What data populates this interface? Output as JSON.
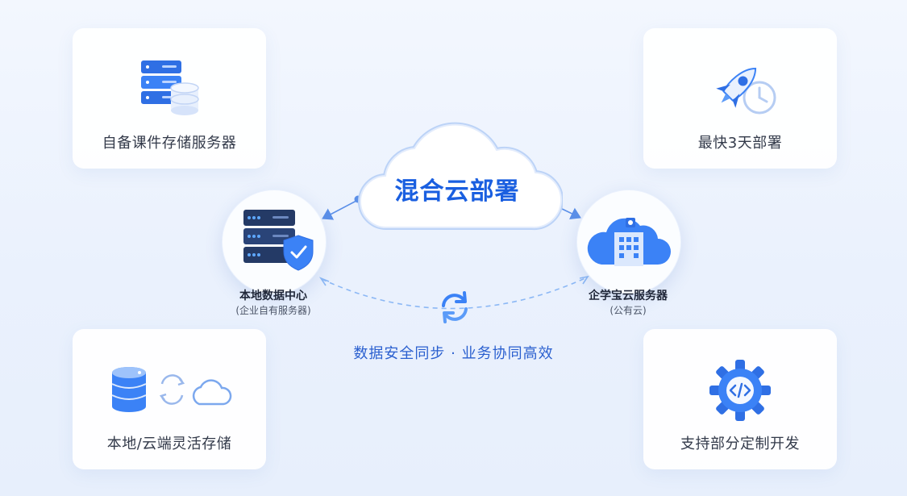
{
  "center": {
    "title": "混合云部署"
  },
  "features": {
    "top_left": {
      "label": "自备课件存储服务器",
      "icon": "server-database-icon"
    },
    "top_right": {
      "label": "最快3天部署",
      "icon": "rocket-clock-icon"
    },
    "bottom_left": {
      "label": "本地/云端灵活存储",
      "icon": "database-sync-cloud-icon"
    },
    "bottom_right": {
      "label": "支持部分定制开发",
      "icon": "gear-code-icon"
    }
  },
  "nodes": {
    "local": {
      "title": "本地数据中心",
      "subtitle": "(企业自有服务器)",
      "icon": "server-shield-icon"
    },
    "cloud": {
      "title": "企学宝云服务器",
      "subtitle": "(公有云)",
      "icon": "cloud-building-icon"
    }
  },
  "sync": {
    "label": "数据安全同步 · 业务协同高效",
    "icon": "sync-arrows-icon"
  },
  "colors": {
    "primary": "#1a5fe0",
    "accent": "#3b82f6",
    "light": "#8cb8f5"
  }
}
